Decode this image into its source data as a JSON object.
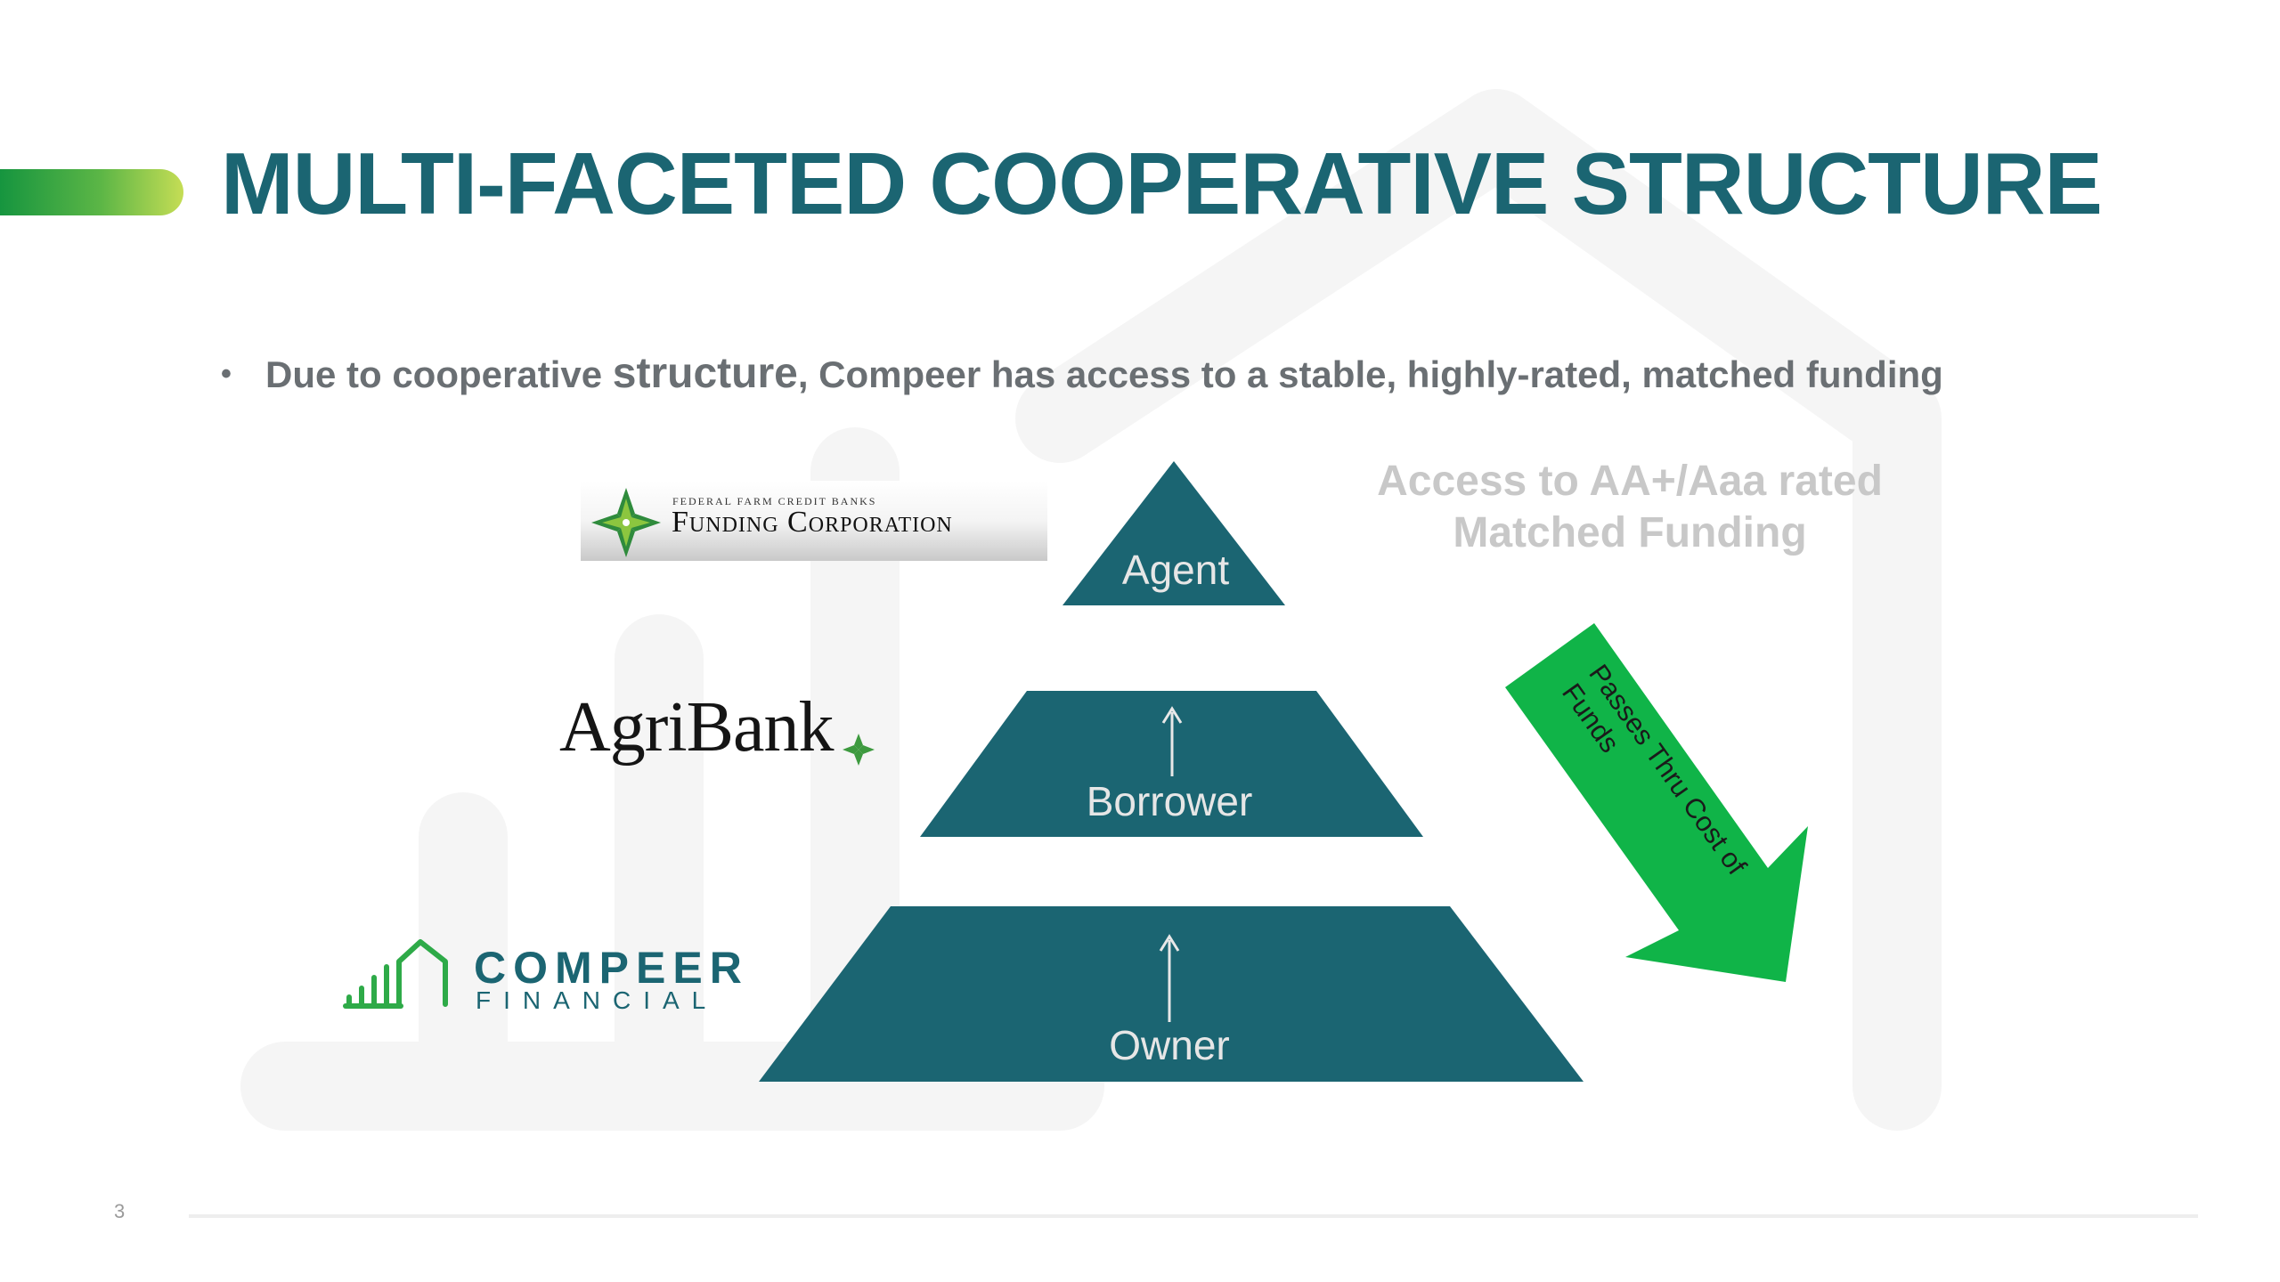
{
  "slide": {
    "title": "MULTI-FACETED COOPERATIVE STRUCTURE",
    "bullet": {
      "part1": "Due to cooperative",
      "part2": "structure",
      "part3": ", Compeer has access to a stable, highly-rated, matched funding"
    },
    "page_number": "3"
  },
  "pyramid": {
    "levels": [
      {
        "label": "Agent"
      },
      {
        "label": "Borrower"
      },
      {
        "label": "Owner"
      }
    ],
    "access_text": [
      "Access to AA+/Aaa rated",
      "Matched Funding"
    ],
    "arrow_text": [
      "Passes Thru Cost of",
      "Funds"
    ]
  },
  "logos": {
    "ffcb_small": "FEDERAL FARM CREDIT BANKS",
    "ffcb_big": "Funding Corporation",
    "agribank": "AgriBank",
    "compeer": "COMPEER",
    "financial": "FINANCIAL"
  },
  "colors": {
    "title": "#1b6572",
    "pyramid": "#1b6572",
    "arrow": "#10b448",
    "bullet_text": "#6a6f73",
    "access_text": "#c8c8c8"
  },
  "icons": {
    "ffcb": "four-leaf-star-icon",
    "agribank": "small-star-icon",
    "compeer": "bar-house-icon"
  }
}
